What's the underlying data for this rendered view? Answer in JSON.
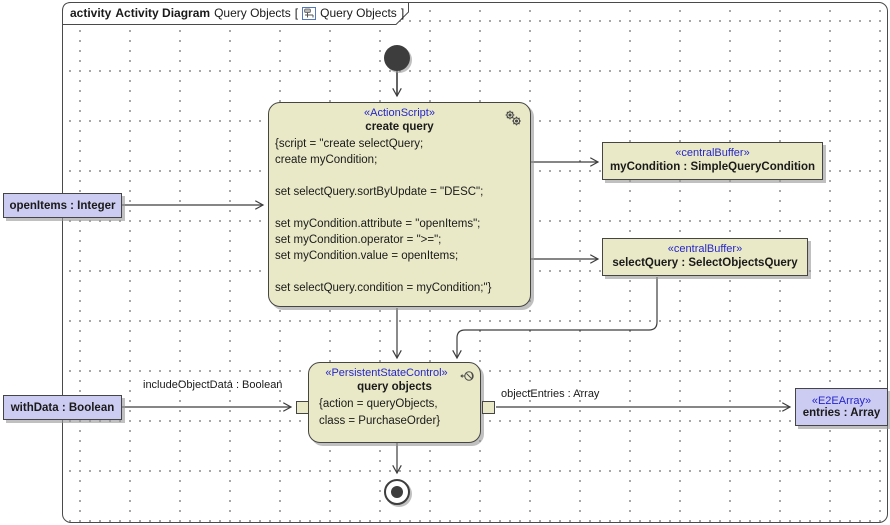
{
  "frame": {
    "kind_label": "activity",
    "type_label": "Activity Diagram",
    "diagram_name": "Query Objects",
    "bracket_open": "[",
    "ref_name": "Query Objects",
    "bracket_close": "]"
  },
  "colors": {
    "node_fill": "#e9e9c7",
    "object_node_fill": "#ccccf2",
    "stereotype_text": "#2626cc",
    "line": "#4a4a4a"
  },
  "nodes": {
    "create_query": {
      "stereotype": "«ActionScript»",
      "name": "create query",
      "icon": "gears-icon",
      "script_lines": [
        "{script = \"create selectQuery;",
        "create myCondition;",
        "",
        "set selectQuery.sortByUpdate = \"DESC\";",
        "",
        "set myCondition.attribute = \"openItems\";",
        "set myCondition.operator = \">=\";",
        "set myCondition.value = openItems;",
        "",
        "set selectQuery.condition = myCondition;\"}"
      ]
    },
    "my_condition_buffer": {
      "stereotype": "«centralBuffer»",
      "name": "myCondition : SimpleQueryCondition"
    },
    "select_query_buffer": {
      "stereotype": "«centralBuffer»",
      "name": "selectQuery : SelectObjectsQuery"
    },
    "query_objects": {
      "stereotype": "«PersistentStateControl»",
      "name": "query objects",
      "icon": "state-control-icon",
      "body_lines": [
        "{action = queryObjects,",
        "class = PurchaseOrder}"
      ]
    },
    "open_items_param": {
      "name": "openItems : Integer"
    },
    "with_data_param": {
      "name": "withData : Boolean"
    },
    "entries_param": {
      "stereotype": "«E2EArray»",
      "name": "entries : Array"
    }
  },
  "edge_labels": {
    "include_object_data": "includeObjectData : Boolean",
    "object_entries": "objectEntries : Array"
  }
}
